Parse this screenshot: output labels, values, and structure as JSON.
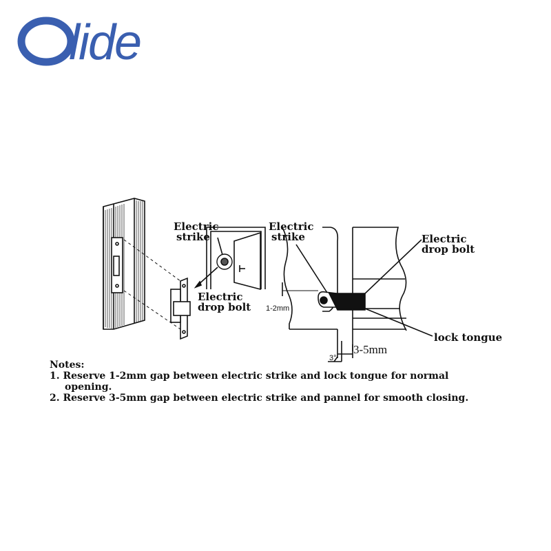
{
  "logo": {
    "text": "lide"
  },
  "labels": {
    "electric_strike_left": [
      "Electric",
      "strike"
    ],
    "electric_drop_bolt_left": [
      "Electric",
      "drop bolt"
    ],
    "electric_strike_right": [
      "Electric",
      "strike"
    ],
    "electric_drop_bolt_right": [
      "Electric",
      "drop bolt"
    ],
    "lock_tongue": "lock tongue",
    "gap_1_2mm": "1-2mm",
    "gap_3_5mm": "3-5mm",
    "angle": "3°"
  },
  "notes": {
    "title": "Notes:",
    "item1_line1": "1. Reserve 1-2mm gap between electric strike and lock tongue for normal",
    "item1_line2": "opening.",
    "item2": "2. Reserve 3-5mm gap between electric strike and pannel for smooth closing."
  },
  "colors": {
    "logo": "#3a5fb0",
    "ink": "#111111"
  }
}
